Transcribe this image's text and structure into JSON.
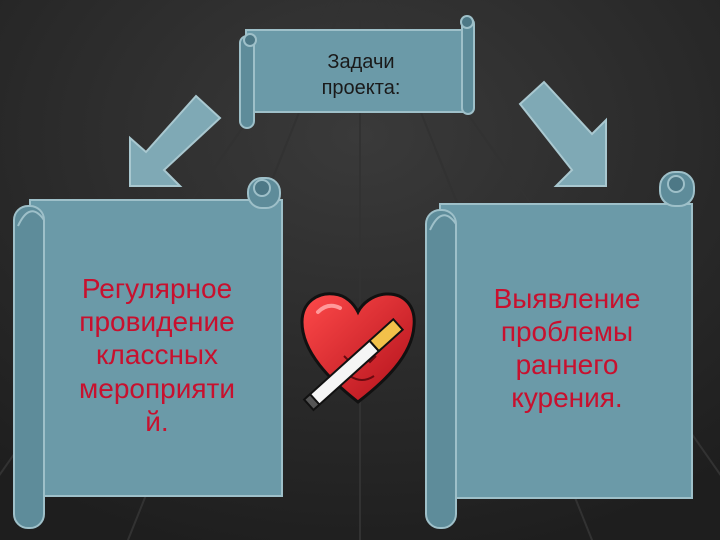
{
  "colors": {
    "background": "#2a2a2a",
    "scroll_fill": "#6b9aa8",
    "scroll_edge": "#8fb4be",
    "text_red": "#c8102e"
  },
  "title": {
    "lines": [
      "Задачи",
      "проекта:"
    ]
  },
  "left_task": {
    "lines": [
      "Регулярное",
      "провидение",
      "классных",
      "мероприяти",
      "й."
    ]
  },
  "right_task": {
    "lines": [
      "Выявление",
      "проблемы",
      "раннего",
      "курения."
    ]
  },
  "center_icon": "heart-cigarette-icon"
}
